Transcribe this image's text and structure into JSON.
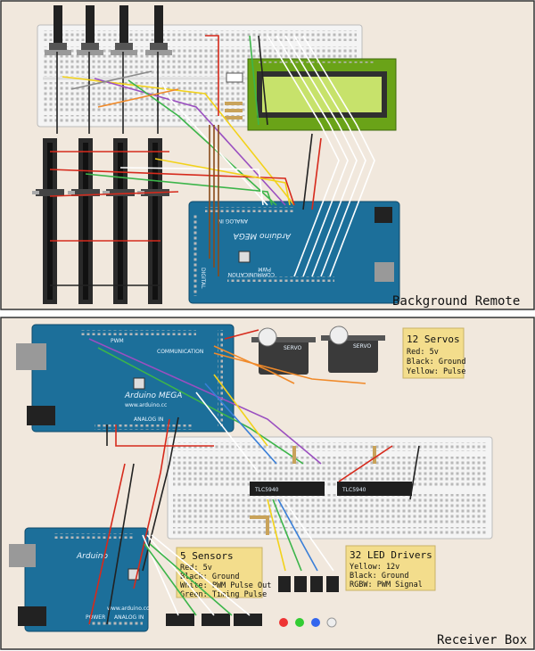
{
  "panels": {
    "top": {
      "title": "Background Remote"
    },
    "bottom": {
      "title": "Receiver Box"
    }
  },
  "boards": {
    "mega_top": {
      "name": "Arduino MEGA",
      "label_digital": "DIGITAL",
      "label_comm": "COMMUNICATION",
      "label_analog": "ANALOG IN",
      "label_pwm": "PWM"
    },
    "mega_bottom": {
      "name": "Arduino MEGA",
      "label_comm": "COMMUNICATION",
      "label_pwm": "PWM",
      "label_analog": "ANALOG IN",
      "url": "www.arduino.cc"
    },
    "uno": {
      "name": "Arduino",
      "url": "www.arduino.cc",
      "label_power": "POWER",
      "label_analog": "ANALOG IN"
    }
  },
  "chips": [
    {
      "label": "TLC5940"
    },
    {
      "label": "TLC5940"
    }
  ],
  "servos": [
    {
      "label": "SERVO"
    },
    {
      "label": "SERVO"
    }
  ],
  "notes": {
    "servos": {
      "title": "12 Servos",
      "lines": [
        "Red: 5v",
        "Black: Ground",
        "Yellow: Pulse"
      ]
    },
    "sensors": {
      "title": "5 Sensors",
      "lines": [
        "Red: 5v",
        "Black: Ground",
        "White: PWM Pulse Out",
        "Green: Timing Pulse"
      ]
    },
    "leds": {
      "title": "32 LED Drivers",
      "lines": [
        "Yellow: 12v",
        "Black: Ground",
        "RGBW: PWM Signal"
      ]
    }
  },
  "colors": {
    "panel_bg": "#f1e8dd",
    "board_blue": "#1c6f9a",
    "lcd_green": "#6aa318",
    "lcd_screen": "#c7e26b",
    "note_bg": "#f3dd8c",
    "wire_red": "#d62a1c",
    "wire_black": "#222222",
    "wire_white": "#ffffff",
    "wire_green": "#3cb54a",
    "wire_yellow": "#f2d21a",
    "wire_orange": "#f08a2a",
    "wire_purple": "#9a4fc0",
    "wire_blue": "#3a7fd8",
    "wire_gray": "#8a8a8a",
    "wire_brown": "#8a4a1a"
  }
}
